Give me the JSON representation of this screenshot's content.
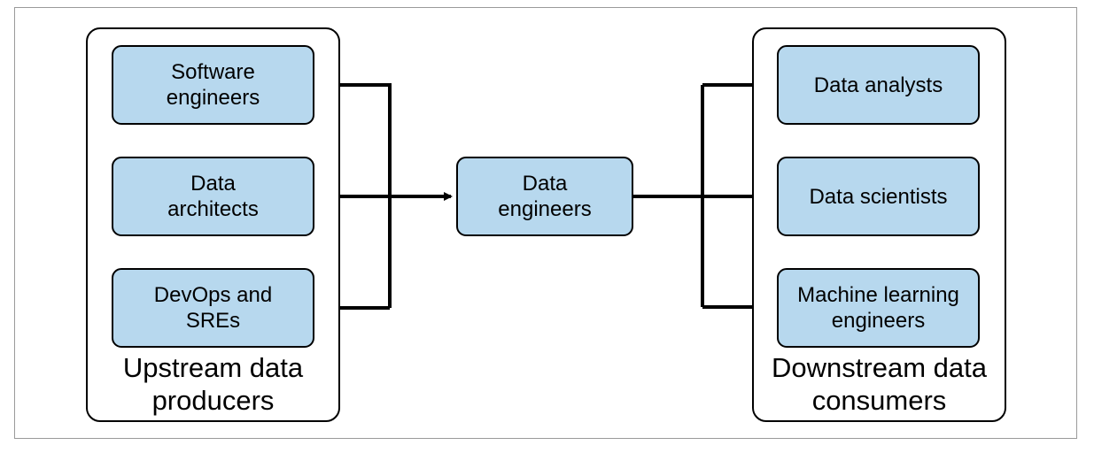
{
  "upstream": {
    "label": "Upstream data\nproducers",
    "nodes": [
      {
        "label": "Software\nengineers"
      },
      {
        "label": "Data\narchitects"
      },
      {
        "label": "DevOps and\nSREs"
      }
    ]
  },
  "center": {
    "label": "Data\nengineers"
  },
  "downstream": {
    "label": "Downstream data\nconsumers",
    "nodes": [
      {
        "label": "Data analysts"
      },
      {
        "label": "Data scientists"
      },
      {
        "label": "Machine learning\nengineers"
      }
    ]
  },
  "colors": {
    "node_fill": "#b7d8ee",
    "stroke": "#000000"
  }
}
